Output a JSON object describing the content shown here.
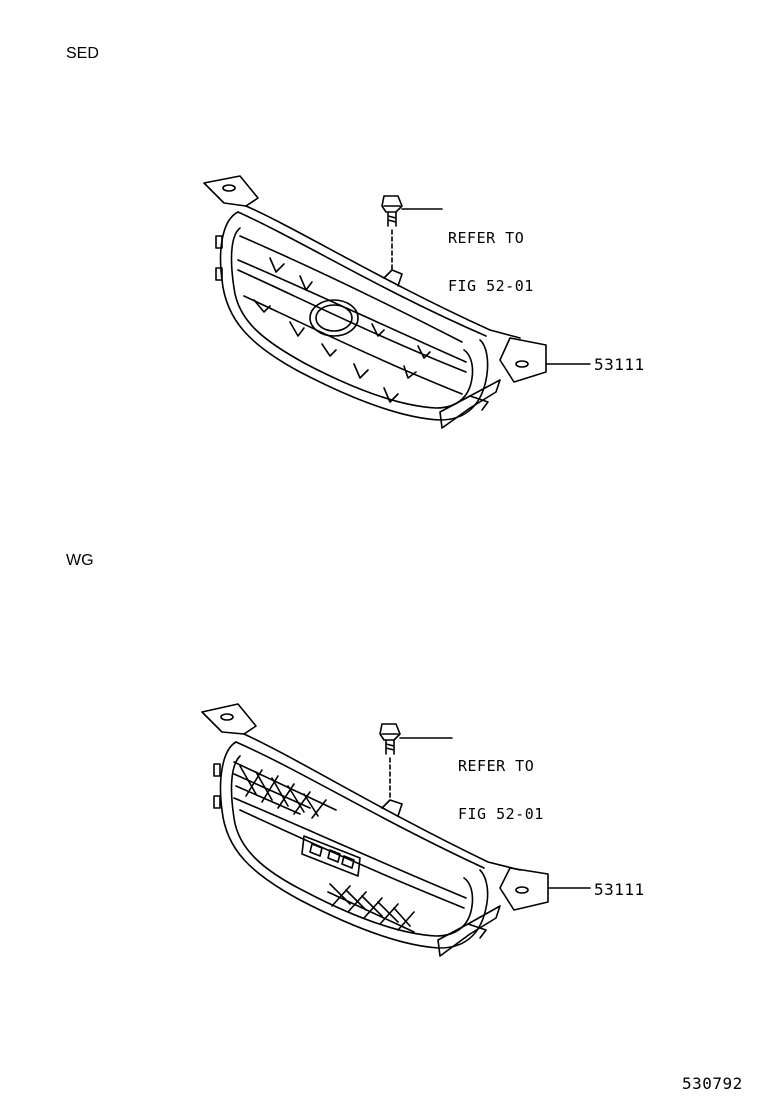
{
  "sections": [
    {
      "variant_label": "SED",
      "callout_line1": "REFER TO",
      "callout_line2": "FIG 52-01",
      "part_number": "53111"
    },
    {
      "variant_label": "WG",
      "callout_line1": "REFER TO",
      "callout_line2": "FIG 52-01",
      "part_number": "53111"
    }
  ],
  "figure_number": "530792"
}
